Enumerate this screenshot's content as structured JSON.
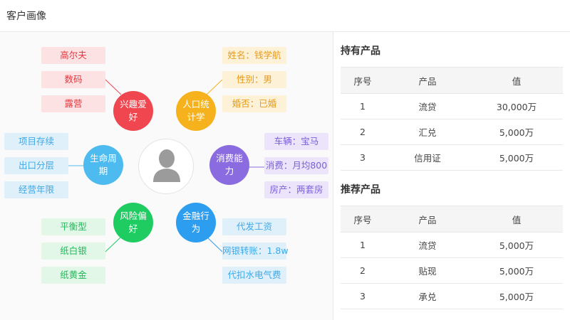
{
  "header": {
    "title": "客户画像"
  },
  "portrait": {
    "hubs": {
      "interest": "兴趣爱好",
      "demographic": "人口统计学",
      "lifecycle": "生命周期",
      "consumption": "消费能力",
      "risk": "风险偏好",
      "financial": "金融行为"
    },
    "interest_tags": [
      "高尔夫",
      "数码",
      "露营"
    ],
    "demographic_tags": [
      "姓名：钱学航",
      "性别：男",
      "婚否：已婚"
    ],
    "lifecycle_tags": [
      "项目存续",
      "出口分层",
      "经营年限"
    ],
    "consumption_tags": [
      "车辆：宝马",
      "消费：月均800",
      "房产：两套房"
    ],
    "risk_tags": [
      "平衡型",
      "纸白银",
      "纸黄金"
    ],
    "financial_tags": [
      "代发工资",
      "网银转账：1.8w",
      "代扣水电气费"
    ],
    "colors": {
      "interest": "#f0464f",
      "demographic": "#f5b21c",
      "lifecycle": "#4dbbef",
      "consumption": "#8a6ce0",
      "risk": "#1fcc62",
      "financial": "#2d9df0"
    }
  },
  "holdings": {
    "title": "持有产品",
    "columns": [
      "序号",
      "产品",
      "值"
    ],
    "rows": [
      [
        "1",
        "流贷",
        "30,000万"
      ],
      [
        "2",
        "汇兑",
        "5,000万"
      ],
      [
        "3",
        "信用证",
        "5,000万"
      ]
    ]
  },
  "recommended": {
    "title": "推荐产品",
    "columns": [
      "序号",
      "产品",
      "值"
    ],
    "rows": [
      [
        "1",
        "流贷",
        "5,000万"
      ],
      [
        "2",
        "贴现",
        "5,000万"
      ],
      [
        "3",
        "承兑",
        "5,000万"
      ]
    ]
  }
}
